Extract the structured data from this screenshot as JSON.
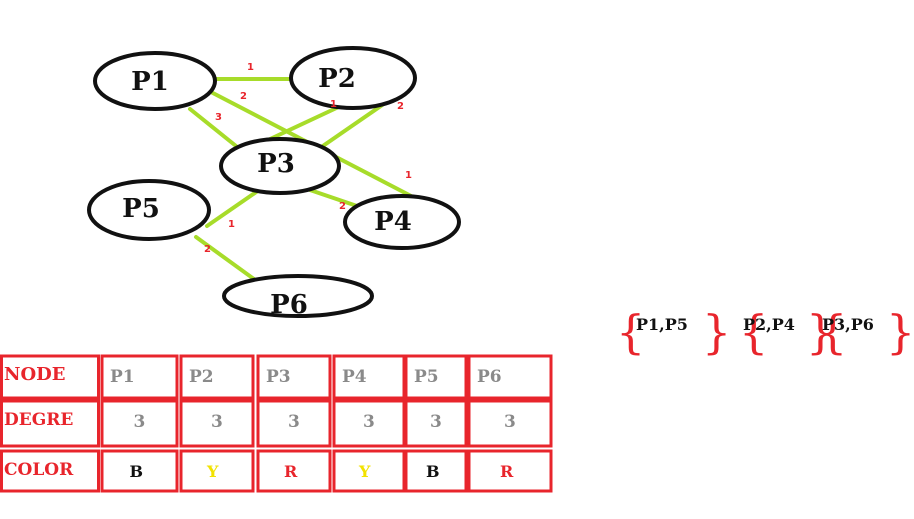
{
  "graph": {
    "nodes": [
      {
        "id": "P1",
        "label": "P1"
      },
      {
        "id": "P2",
        "label": "P2"
      },
      {
        "id": "P3",
        "label": "P3"
      },
      {
        "id": "P4",
        "label": "P4"
      },
      {
        "id": "P5",
        "label": "P5"
      },
      {
        "id": "P6",
        "label": "P6"
      }
    ],
    "edges": [
      {
        "from": "P1",
        "to": "P2",
        "label": "1"
      },
      {
        "from": "P1",
        "to": "P4",
        "label": "2"
      },
      {
        "from": "P1",
        "to": "P3",
        "label": "3"
      },
      {
        "from": "P2",
        "to": "P3",
        "label": "1"
      },
      {
        "from": "P2",
        "to": "P5",
        "label": "2"
      },
      {
        "from": "P3",
        "to": "P4",
        "label": "2"
      },
      {
        "from": "P4",
        "to": "P1",
        "label": "1"
      },
      {
        "from": "P5",
        "to": "P2",
        "label": "1"
      },
      {
        "from": "P5",
        "to": "P6",
        "label": "2"
      }
    ],
    "edge_color": "#a7dc2a",
    "edge_label_color": "#e8252c"
  },
  "groups": [
    {
      "label": "P1,P5"
    },
    {
      "label": "P2,P4"
    },
    {
      "label": "P3,P6"
    }
  ],
  "table": {
    "border_color": "#e8252c",
    "rows": [
      {
        "header": "NODE",
        "cells": [
          "P1",
          "P2",
          "P3",
          "P4",
          "P5",
          "P6"
        ]
      },
      {
        "header": "DEGRE",
        "cells": [
          "3",
          "3",
          "3",
          "3",
          "3",
          "3"
        ]
      },
      {
        "header": "COLOR",
        "cells": [
          "B",
          "Y",
          "R",
          "Y",
          "B",
          "R"
        ]
      }
    ],
    "color_map": {
      "B": "#111111",
      "Y": "#f2e200",
      "R": "#e8252c"
    }
  }
}
